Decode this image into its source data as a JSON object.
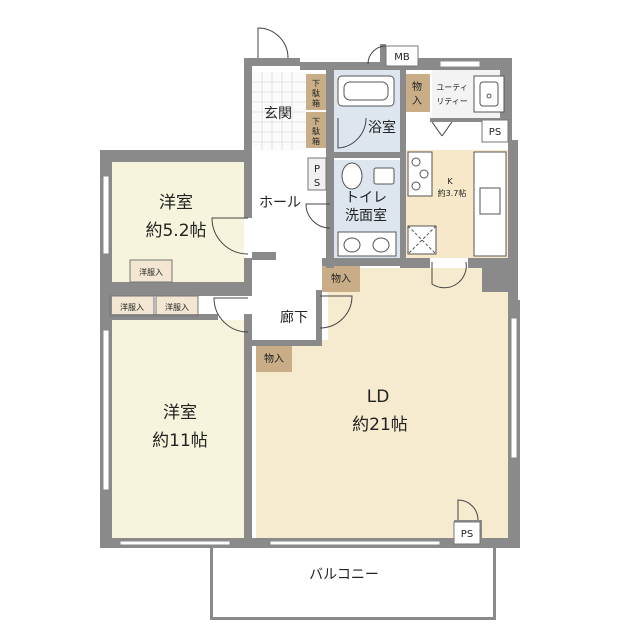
{
  "rooms": {
    "western_room_small": {
      "name": "洋室",
      "size": "約5.2帖"
    },
    "western_room_large": {
      "name": "洋室",
      "size": "約11帖"
    },
    "ld": {
      "name": "LD",
      "size": "約21帖"
    },
    "kitchen": {
      "name": "K",
      "size": "約3.7帖"
    },
    "entrance": "玄関",
    "bath": "浴室",
    "toilet_washroom": [
      "トイレ",
      "洗面室"
    ],
    "hall": "ホール",
    "corridor": "廊下",
    "balcony": "バルコニー",
    "utility": [
      "ユーティ",
      "リティー"
    ]
  },
  "storage": {
    "mb": "MB",
    "ps": "PS",
    "closet": "物入",
    "wardrobe": "洋服入",
    "shoe_box": [
      "下",
      "駄",
      "箱"
    ]
  },
  "colors": {
    "wall": "#8a8a8a",
    "western_room_floor": "#f6f4dc",
    "ld_floor": "#f7ebcf",
    "kitchen_floor": "#f6e8c8",
    "wet_area_floor": "#dde6ee",
    "closet_fill": "#c8ad86",
    "wardrobe_fill": "#f3e6d2"
  }
}
